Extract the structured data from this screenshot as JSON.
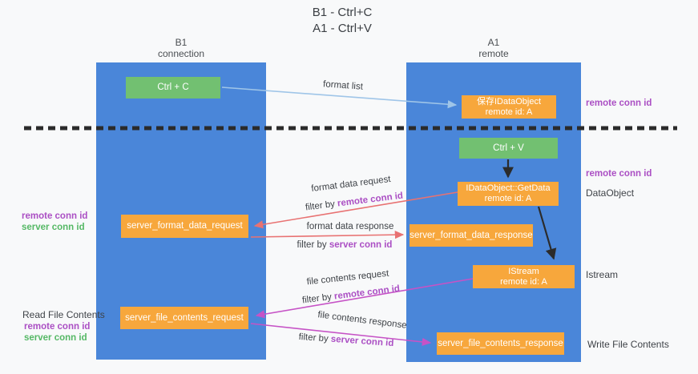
{
  "title": {
    "line1": "B1 - Ctrl+C",
    "line2": "A1 - Ctrl+V"
  },
  "lanes": {
    "b1": {
      "name": "B1",
      "role": "connection"
    },
    "a1": {
      "name": "A1",
      "role": "remote"
    }
  },
  "boxes": {
    "ctrl_c": "Ctrl + C",
    "ctrl_v": "Ctrl + V",
    "save_idataobject": {
      "line1": "保存IDataObject",
      "line2": "remote id: A"
    },
    "getdata": {
      "line1": "IDataObject::GetData",
      "line2": "remote id: A"
    },
    "istream": {
      "line1": "IStream",
      "line2": "remote id: A"
    },
    "format_request": "server_format_data_request",
    "format_response": "server_format_data_response",
    "file_request": "server_file_contents_request",
    "file_response": "server_file_contents_response"
  },
  "arrow_labels": {
    "format_list": "format list",
    "format_data_request": "format data request",
    "format_data_response": "format data response",
    "file_contents_request": "file contents request",
    "file_contents_response": "file contents response",
    "filter_by": "filter by",
    "remote_conn_id": "remote conn id",
    "server_conn_id": "server conn id"
  },
  "side_labels": {
    "right_top_remote_conn_id": "remote conn id",
    "right_mid_remote_conn_id": "remote conn id",
    "dataobject": "DataObject",
    "istream": "Istream",
    "write_file_contents": "Write File Contents",
    "read_file_contents": "Read File Contents",
    "left_remote_conn_id_1": "remote conn id",
    "left_server_conn_id_1": "server conn id",
    "left_remote_conn_id_2": "remote conn id",
    "left_server_conn_id_2": "server conn id"
  },
  "colors": {
    "lane_blue": "#4a86d9",
    "box_orange": "#f7a73c",
    "box_green": "#72c071",
    "arrow_blue": "#9fc5e8",
    "arrow_red": "#e87272",
    "arrow_magenta": "#c653c6",
    "arrow_black": "#2b2b2b",
    "text_purple": "#ab4fc4",
    "text_green": "#55b865"
  }
}
